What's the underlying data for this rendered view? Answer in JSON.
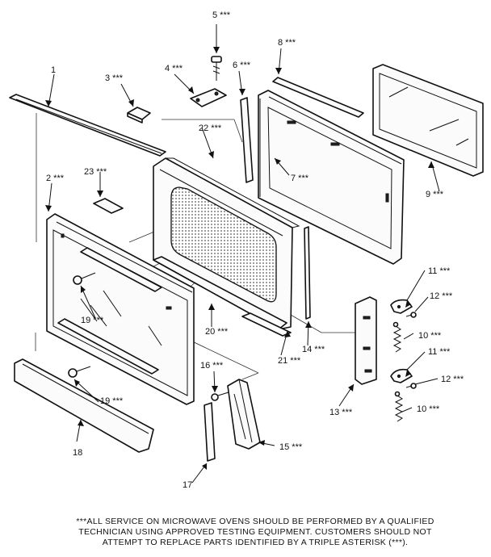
{
  "callouts": [
    {
      "id": "1",
      "text": "1"
    },
    {
      "id": "2",
      "text": "2 ***"
    },
    {
      "id": "3",
      "text": "3 ***"
    },
    {
      "id": "4",
      "text": "4 ***"
    },
    {
      "id": "5",
      "text": "5 ***"
    },
    {
      "id": "6",
      "text": "6 ***"
    },
    {
      "id": "7",
      "text": "7 ***"
    },
    {
      "id": "8",
      "text": "8 ***"
    },
    {
      "id": "9",
      "text": "9 ***"
    },
    {
      "id": "10a",
      "text": "10 ***"
    },
    {
      "id": "10b",
      "text": "10 ***"
    },
    {
      "id": "11a",
      "text": "11 ***"
    },
    {
      "id": "11b",
      "text": "11 ***"
    },
    {
      "id": "12a",
      "text": "12 ***"
    },
    {
      "id": "12b",
      "text": "12 ***"
    },
    {
      "id": "13",
      "text": "13 ***"
    },
    {
      "id": "14",
      "text": "14 ***"
    },
    {
      "id": "15",
      "text": "15 ***"
    },
    {
      "id": "16",
      "text": "16 ***"
    },
    {
      "id": "17",
      "text": "17"
    },
    {
      "id": "18",
      "text": "18"
    },
    {
      "id": "19a",
      "text": "19 ***"
    },
    {
      "id": "19b",
      "text": "19 ***"
    },
    {
      "id": "20",
      "text": "20 ***"
    },
    {
      "id": "21",
      "text": "21 ***"
    },
    {
      "id": "22",
      "text": "22 ***"
    },
    {
      "id": "23",
      "text": "23 ***"
    }
  ],
  "footnote": {
    "line1": "***ALL SERVICE ON MICROWAVE OVENS SHOULD BE PERFORMED BY A QUALIFIED",
    "line2": "TECHNICIAN USING APPROVED TESTING EQUIPMENT. CUSTOMERS SHOULD NOT",
    "line3": "ATTEMPT TO REPLACE PARTS IDENTIFIED BY A TRIPLE ASTERISK (***)."
  }
}
